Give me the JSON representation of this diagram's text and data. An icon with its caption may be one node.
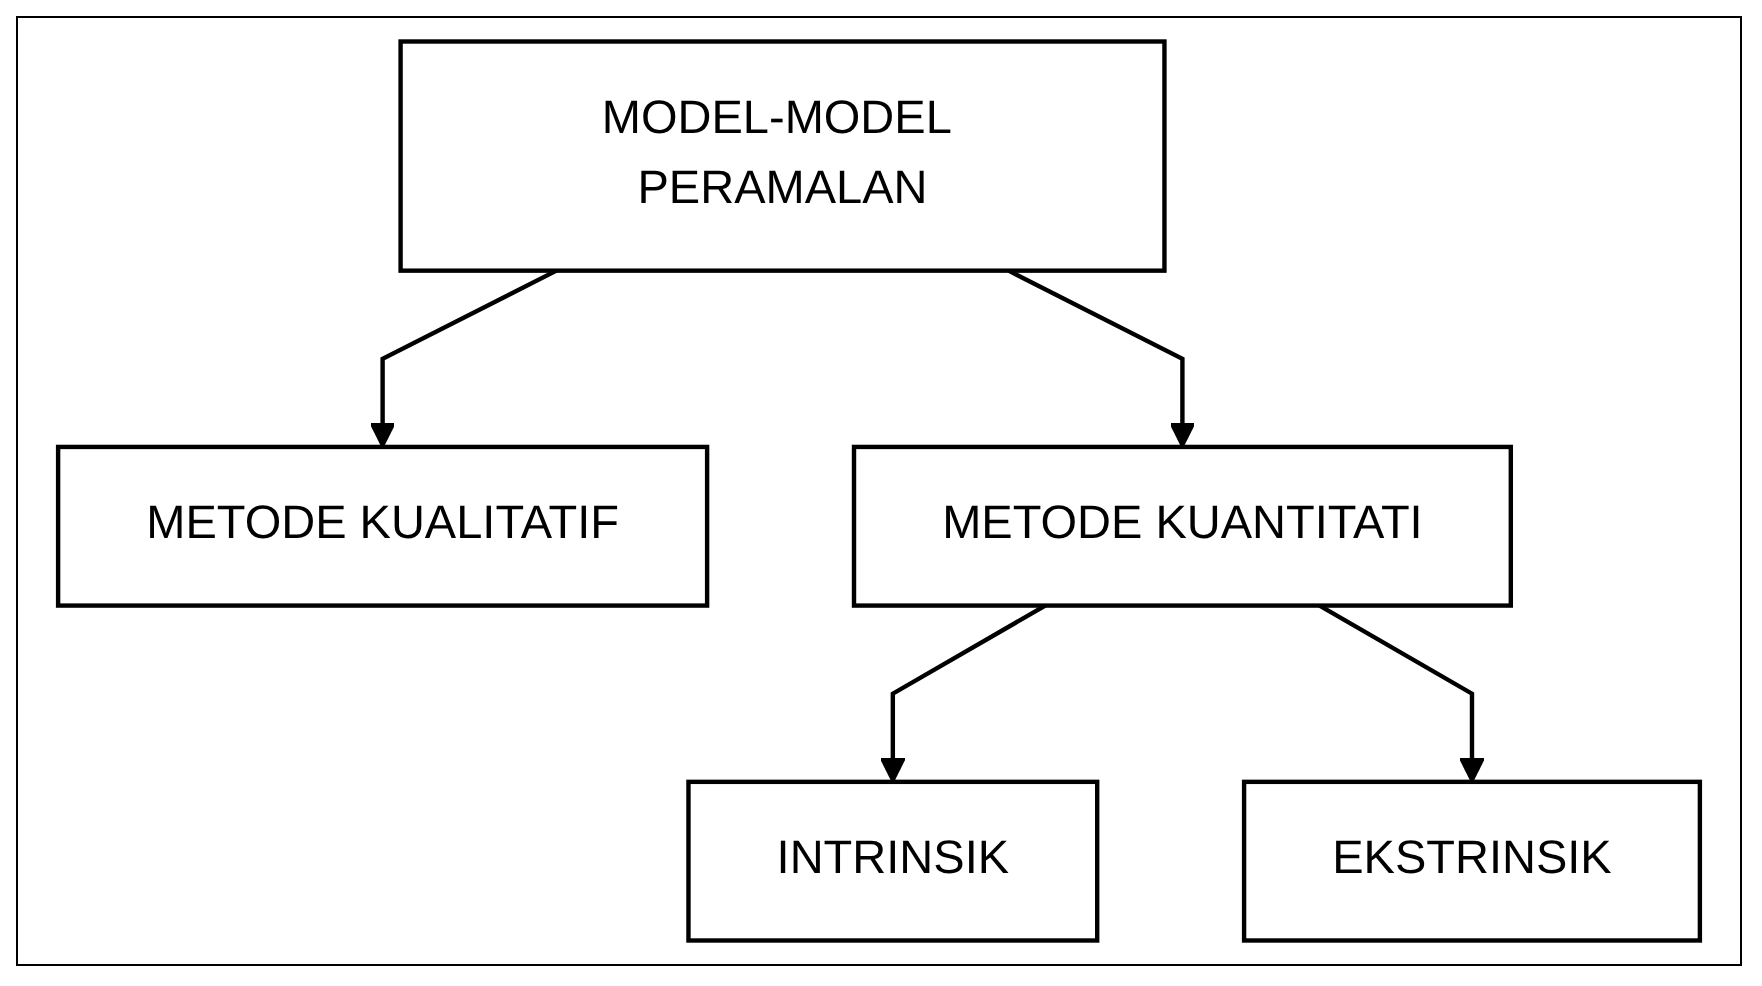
{
  "diagram": {
    "nodes": [
      {
        "text": [
          "MODEL-MODEL PERAMALAN"
        ]
      },
      {
        "text": [
          "METODE KUALITATIF"
        ]
      },
      {
        "text": [
          "METODE KUANTITATI"
        ]
      },
      {
        "text": [
          "INTRINSIK"
        ]
      },
      {
        "text": [
          "EKSTRINSIK"
        ]
      }
    ],
    "edges": [
      {
        "from": 0,
        "to": 1,
        "arrow": "to"
      },
      {
        "from": 0,
        "to": 2,
        "arrow": "to"
      },
      {
        "from": 2,
        "to": 3,
        "arrow": "to"
      },
      {
        "from": 2,
        "to": 4,
        "arrow": "to"
      }
    ]
  }
}
